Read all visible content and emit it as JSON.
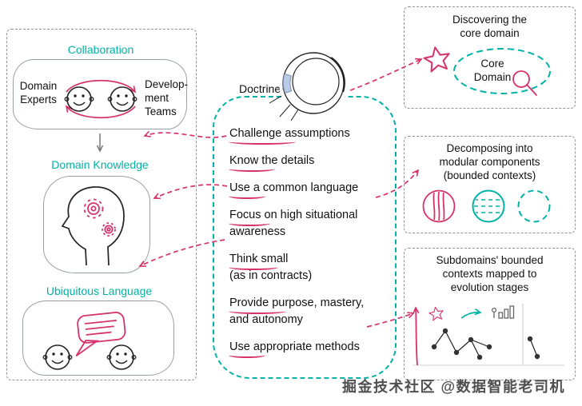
{
  "colors": {
    "teal": "#00b3a6",
    "pink": "#d6336c",
    "ink": "#222222",
    "box_gray": "#8f949b"
  },
  "left": {
    "collaboration": {
      "title": "Collaboration"
    },
    "domain_experts": "Domain\nExperts",
    "development_teams": "Develop-\nment\nTeams",
    "domain_knowledge_title": "Domain Knowledge",
    "ubiquitous_title": "Ubiquitous Language"
  },
  "doctrine": {
    "label": "Doctrine",
    "items": [
      "Challenge assumptions",
      "Know the details",
      "Use a common language",
      "Focus on high situational\nawareness",
      "Think small\n(as in contracts)",
      "Provide purpose, mastery,\nand autonomy",
      "Use appropriate methods"
    ]
  },
  "right": {
    "core": {
      "title": "Discovering the\ncore domain",
      "ellipse_label": "Core\nDomain"
    },
    "modular": {
      "title": "Decomposing into\nmodular components\n(bounded contexts)"
    },
    "evolution": {
      "title": "Subdomains' bounded\ncontexts mapped to\nevolution stages"
    }
  },
  "icons": {
    "smiley": "smiley-face",
    "cycle_arrows": "circular-exchange-arrows",
    "head_gears": "thinking-head-with-gears",
    "speech_bubble": "speech-bubble",
    "doctrine_wheel": "doctrine-circle-diagram",
    "star": "star-outline",
    "magnifier": "magnifying-glass",
    "striped_circle": "bounded-context-striped",
    "lined_circle": "bounded-context-lined",
    "dashed_circle": "bounded-context-dashed",
    "evolution_chart": "evolution-map-chart"
  },
  "watermark": {
    "text": "掘金技术社区 @数据智能老司机"
  }
}
